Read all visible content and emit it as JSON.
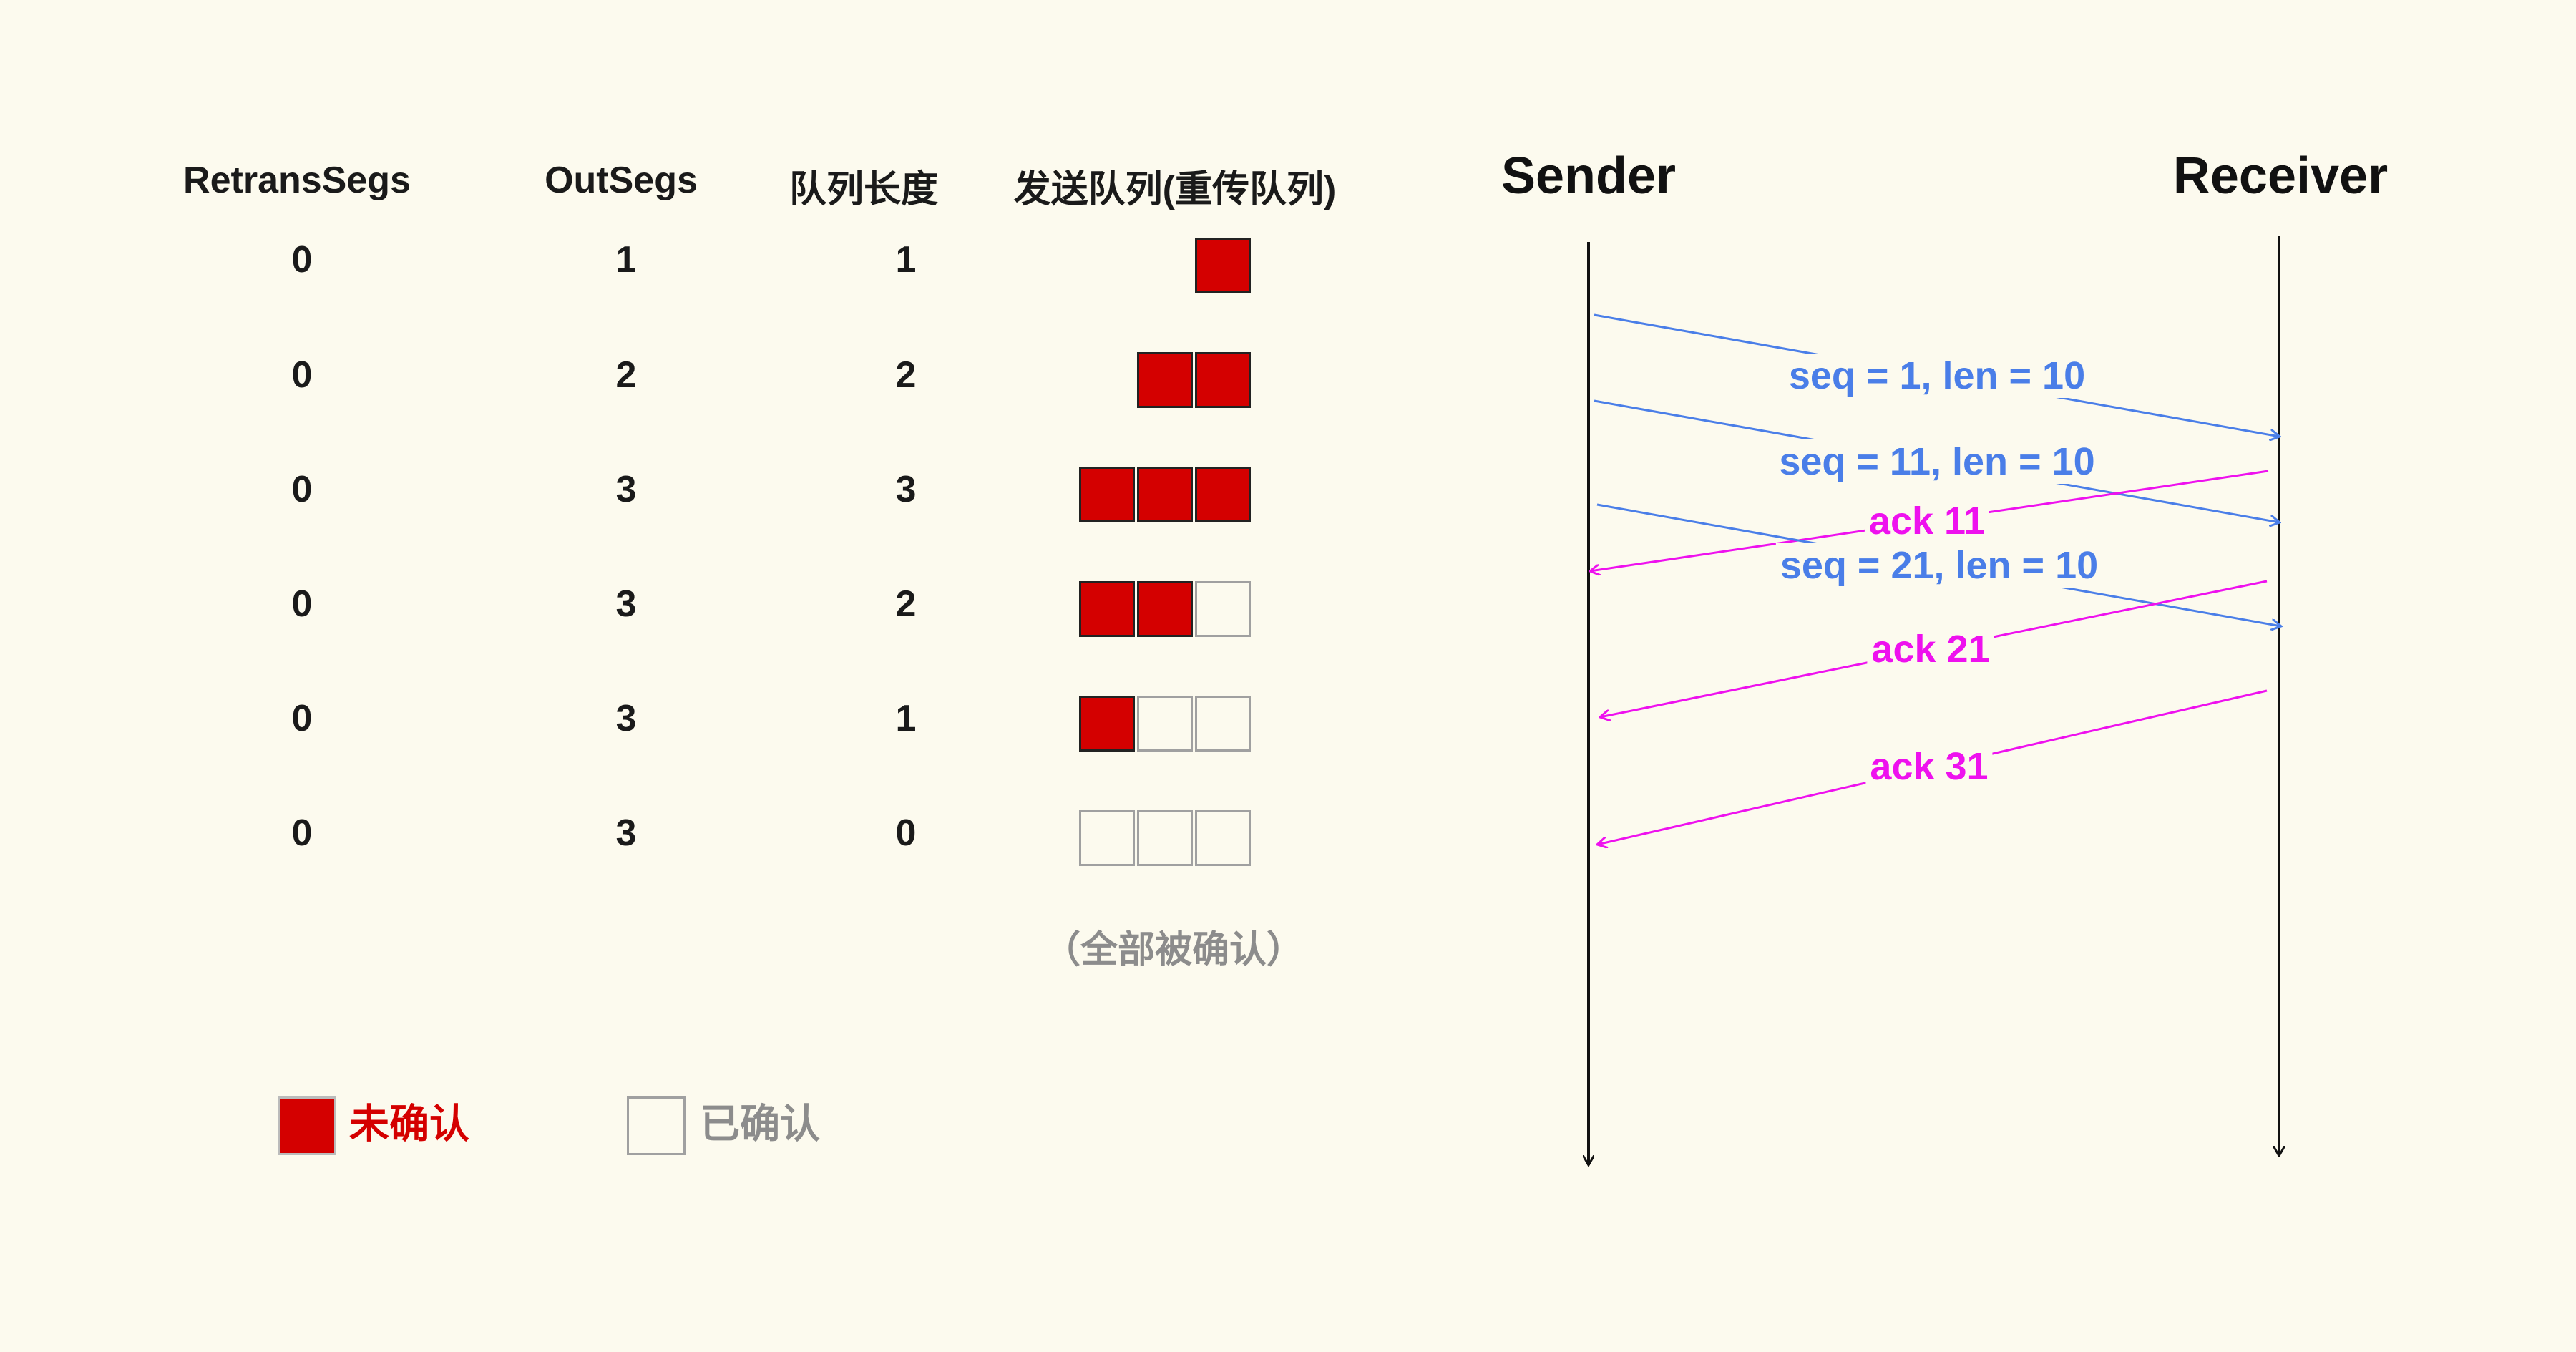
{
  "table": {
    "headers": [
      "RetransSegs",
      "OutSegs",
      "队列长度",
      "发送队列(重传队列)"
    ],
    "rows": [
      {
        "retrans": "0",
        "out": "1",
        "len": "1",
        "queue": [
          "u"
        ]
      },
      {
        "retrans": "0",
        "out": "2",
        "len": "2",
        "queue": [
          "u",
          "u"
        ]
      },
      {
        "retrans": "0",
        "out": "3",
        "len": "3",
        "queue": [
          "u",
          "u",
          "u"
        ]
      },
      {
        "retrans": "0",
        "out": "3",
        "len": "2",
        "queue": [
          "u",
          "u",
          "a"
        ]
      },
      {
        "retrans": "0",
        "out": "3",
        "len": "1",
        "queue": [
          "u",
          "a",
          "a"
        ]
      },
      {
        "retrans": "0",
        "out": "3",
        "len": "0",
        "queue": [
          "a",
          "a",
          "a"
        ]
      }
    ],
    "footnote": "（全部被确认）"
  },
  "legend": {
    "unacked": {
      "label": "未确认",
      "color": "#d40000"
    },
    "acked": {
      "label": "已确认",
      "color": "#8c8c8c"
    }
  },
  "sequence": {
    "sender": "Sender",
    "receiver": "Receiver",
    "messages": [
      {
        "label": "seq = 1, len = 10",
        "dir": "s2r",
        "color": "#4a7ee8"
      },
      {
        "label": "seq = 11, len = 10",
        "dir": "s2r",
        "color": "#4a7ee8"
      },
      {
        "label": "ack 11",
        "dir": "r2s",
        "color": "#ee11ee"
      },
      {
        "label": "seq = 21, len = 10",
        "dir": "s2r",
        "color": "#4a7ee8"
      },
      {
        "label": "ack 21",
        "dir": "r2s",
        "color": "#ee11ee"
      },
      {
        "label": "ack 31",
        "dir": "r2s",
        "color": "#ee11ee"
      }
    ]
  }
}
